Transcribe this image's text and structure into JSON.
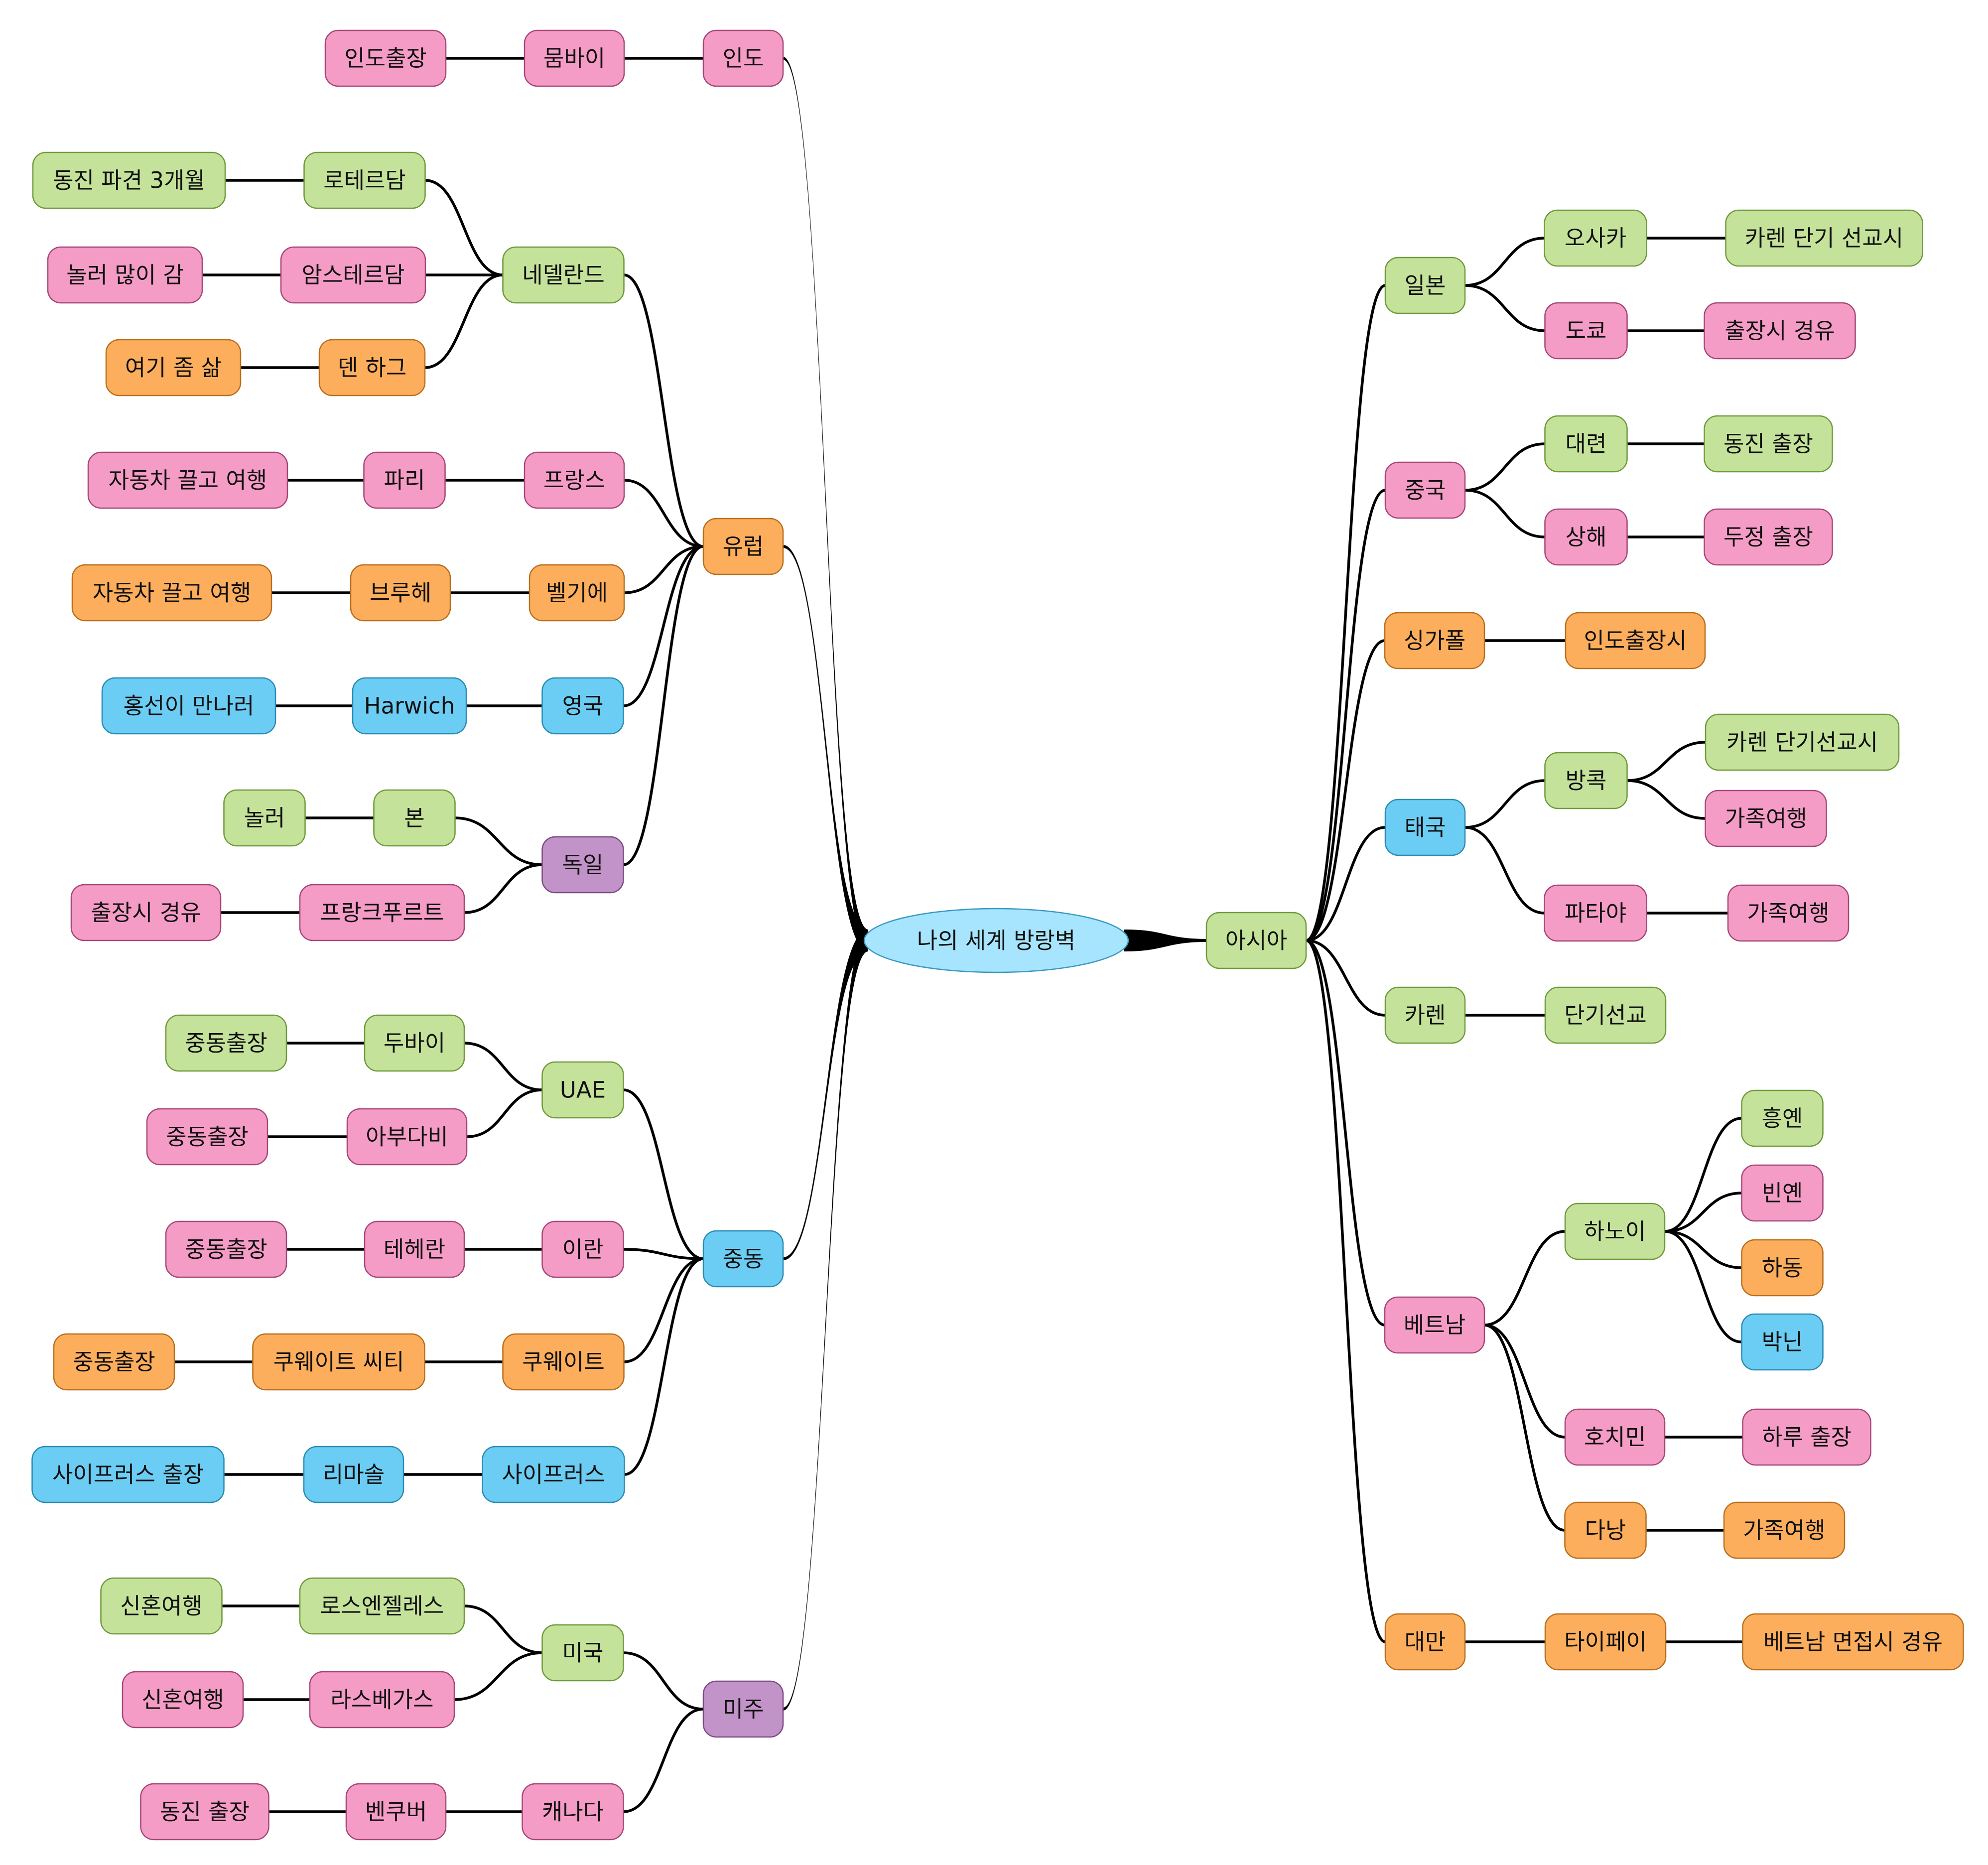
{
  "palette": {
    "green": {
      "fill": "#c5e29b",
      "stroke": "#6e9a3a"
    },
    "pink": {
      "fill": "#f59cc6",
      "stroke": "#a54677"
    },
    "orange": {
      "fill": "#fcae5c",
      "stroke": "#b86e1e"
    },
    "blue": {
      "fill": "#6ccdf4",
      "stroke": "#2a8bb2"
    },
    "purple": {
      "fill": "#c293c8",
      "stroke": "#7c4a84"
    },
    "root": {
      "fill": "#a6e5fd",
      "stroke": "#3a9ac2"
    },
    "edge": "#000000"
  },
  "root": {
    "id": "root",
    "label": "나의 세계 방랑벽",
    "color": "root"
  },
  "nodes": [
    {
      "id": "asia",
      "label": "아시아",
      "color": "green",
      "parent": "root"
    },
    {
      "id": "japan",
      "label": "일본",
      "color": "green",
      "parent": "asia"
    },
    {
      "id": "osaka",
      "label": "오사카",
      "color": "green",
      "parent": "japan"
    },
    {
      "id": "osaka-note",
      "label": "카렌 단기 선교시",
      "color": "green",
      "parent": "osaka"
    },
    {
      "id": "tokyo",
      "label": "도쿄",
      "color": "pink",
      "parent": "japan"
    },
    {
      "id": "tokyo-note",
      "label": "출장시 경유",
      "color": "pink",
      "parent": "tokyo"
    },
    {
      "id": "china",
      "label": "중국",
      "color": "pink",
      "parent": "asia"
    },
    {
      "id": "dalian",
      "label": "대련",
      "color": "green",
      "parent": "china"
    },
    {
      "id": "dalian-note",
      "label": "동진 출장",
      "color": "green",
      "parent": "dalian"
    },
    {
      "id": "shanghai",
      "label": "상해",
      "color": "pink",
      "parent": "china"
    },
    {
      "id": "shanghai-note",
      "label": "두정 출장",
      "color": "pink",
      "parent": "shanghai"
    },
    {
      "id": "singapore",
      "label": "싱가폴",
      "color": "orange",
      "parent": "asia"
    },
    {
      "id": "singapore-note",
      "label": "인도출장시",
      "color": "orange",
      "parent": "singapore"
    },
    {
      "id": "thailand",
      "label": "태국",
      "color": "blue",
      "parent": "asia"
    },
    {
      "id": "bangkok",
      "label": "방콕",
      "color": "green",
      "parent": "thailand"
    },
    {
      "id": "bangkok-note1",
      "label": "카렌 단기선교시",
      "color": "green",
      "parent": "bangkok"
    },
    {
      "id": "bangkok-note2",
      "label": "가족여행",
      "color": "pink",
      "parent": "bangkok"
    },
    {
      "id": "pattaya",
      "label": "파타야",
      "color": "pink",
      "parent": "thailand"
    },
    {
      "id": "pattaya-note",
      "label": "가족여행",
      "color": "pink",
      "parent": "pattaya"
    },
    {
      "id": "karen",
      "label": "카렌",
      "color": "green",
      "parent": "asia"
    },
    {
      "id": "karen-note",
      "label": "단기선교",
      "color": "green",
      "parent": "karen"
    },
    {
      "id": "vietnam",
      "label": "베트남",
      "color": "pink",
      "parent": "asia"
    },
    {
      "id": "hanoi",
      "label": "하노이",
      "color": "green",
      "parent": "vietnam"
    },
    {
      "id": "hanoi-1",
      "label": "흥옌",
      "color": "green",
      "parent": "hanoi"
    },
    {
      "id": "hanoi-2",
      "label": "빈옌",
      "color": "pink",
      "parent": "hanoi"
    },
    {
      "id": "hanoi-3",
      "label": "하동",
      "color": "orange",
      "parent": "hanoi"
    },
    {
      "id": "hanoi-4",
      "label": "박닌",
      "color": "blue",
      "parent": "hanoi"
    },
    {
      "id": "hcm",
      "label": "호치민",
      "color": "pink",
      "parent": "vietnam"
    },
    {
      "id": "hcm-note",
      "label": "하루 출장",
      "color": "pink",
      "parent": "hcm"
    },
    {
      "id": "danang",
      "label": "다낭",
      "color": "orange",
      "parent": "vietnam"
    },
    {
      "id": "danang-note",
      "label": "가족여행",
      "color": "orange",
      "parent": "danang"
    },
    {
      "id": "taiwan",
      "label": "대만",
      "color": "orange",
      "parent": "asia"
    },
    {
      "id": "taipei",
      "label": "타이페이",
      "color": "orange",
      "parent": "taiwan"
    },
    {
      "id": "taipei-note",
      "label": "베트남 면접시 경유",
      "color": "orange",
      "parent": "taipei"
    },
    {
      "id": "india",
      "label": "인도",
      "color": "pink",
      "parent": "root"
    },
    {
      "id": "mumbai",
      "label": "뭄바이",
      "color": "pink",
      "parent": "india"
    },
    {
      "id": "mumbai-note",
      "label": "인도출장",
      "color": "pink",
      "parent": "mumbai"
    },
    {
      "id": "europe",
      "label": "유럽",
      "color": "orange",
      "parent": "root"
    },
    {
      "id": "netherlands",
      "label": "네델란드",
      "color": "green",
      "parent": "europe"
    },
    {
      "id": "rotterdam",
      "label": "로테르담",
      "color": "green",
      "parent": "netherlands"
    },
    {
      "id": "rotterdam-note",
      "label": "동진 파견 3개월",
      "color": "green",
      "parent": "rotterdam"
    },
    {
      "id": "amsterdam",
      "label": "암스테르담",
      "color": "pink",
      "parent": "netherlands"
    },
    {
      "id": "amsterdam-note",
      "label": "놀러 많이 감",
      "color": "pink",
      "parent": "amsterdam"
    },
    {
      "id": "hague",
      "label": "덴 하그",
      "color": "orange",
      "parent": "netherlands"
    },
    {
      "id": "hague-note",
      "label": "여기 좀 삶",
      "color": "orange",
      "parent": "hague"
    },
    {
      "id": "france",
      "label": "프랑스",
      "color": "pink",
      "parent": "europe"
    },
    {
      "id": "paris",
      "label": "파리",
      "color": "pink",
      "parent": "france"
    },
    {
      "id": "paris-note",
      "label": "자동차 끌고 여행",
      "color": "pink",
      "parent": "paris"
    },
    {
      "id": "belgium",
      "label": "벨기에",
      "color": "orange",
      "parent": "europe"
    },
    {
      "id": "bruges",
      "label": "브루헤",
      "color": "orange",
      "parent": "belgium"
    },
    {
      "id": "bruges-note",
      "label": "자동차 끌고 여행",
      "color": "orange",
      "parent": "bruges"
    },
    {
      "id": "uk",
      "label": "영국",
      "color": "blue",
      "parent": "europe"
    },
    {
      "id": "harwich",
      "label": "Harwich",
      "color": "blue",
      "parent": "uk"
    },
    {
      "id": "harwich-note",
      "label": "홍선이 만나러",
      "color": "blue",
      "parent": "harwich"
    },
    {
      "id": "germany",
      "label": "독일",
      "color": "purple",
      "parent": "europe"
    },
    {
      "id": "bonn",
      "label": "본",
      "color": "green",
      "parent": "germany"
    },
    {
      "id": "bonn-note",
      "label": "놀러",
      "color": "green",
      "parent": "bonn"
    },
    {
      "id": "frankfurt",
      "label": "프랑크푸르트",
      "color": "pink",
      "parent": "germany"
    },
    {
      "id": "frankfurt-note",
      "label": "출장시 경유",
      "color": "pink",
      "parent": "frankfurt"
    },
    {
      "id": "mideast",
      "label": "중동",
      "color": "blue",
      "parent": "root"
    },
    {
      "id": "uae",
      "label": "UAE",
      "color": "green",
      "parent": "mideast"
    },
    {
      "id": "dubai",
      "label": "두바이",
      "color": "green",
      "parent": "uae"
    },
    {
      "id": "dubai-note",
      "label": "중동출장",
      "color": "green",
      "parent": "dubai"
    },
    {
      "id": "abudhabi",
      "label": "아부다비",
      "color": "pink",
      "parent": "uae"
    },
    {
      "id": "abudhabi-note",
      "label": "중동출장",
      "color": "pink",
      "parent": "abudhabi"
    },
    {
      "id": "iran",
      "label": "이란",
      "color": "pink",
      "parent": "mideast"
    },
    {
      "id": "tehran",
      "label": "테헤란",
      "color": "pink",
      "parent": "iran"
    },
    {
      "id": "tehran-note",
      "label": "중동출장",
      "color": "pink",
      "parent": "tehran"
    },
    {
      "id": "kuwait",
      "label": "쿠웨이트",
      "color": "orange",
      "parent": "mideast"
    },
    {
      "id": "kuwaitcity",
      "label": "쿠웨이트 씨티",
      "color": "orange",
      "parent": "kuwait"
    },
    {
      "id": "kuwaitcity-note",
      "label": "중동출장",
      "color": "orange",
      "parent": "kuwaitcity"
    },
    {
      "id": "cyprus",
      "label": "사이프러스",
      "color": "blue",
      "parent": "mideast"
    },
    {
      "id": "limassol",
      "label": "리마솔",
      "color": "blue",
      "parent": "cyprus"
    },
    {
      "id": "limassol-note",
      "label": "사이프러스 출장",
      "color": "blue",
      "parent": "limassol"
    },
    {
      "id": "namerica",
      "label": "미주",
      "color": "purple",
      "parent": "root"
    },
    {
      "id": "usa",
      "label": "미국",
      "color": "green",
      "parent": "namerica"
    },
    {
      "id": "la",
      "label": "로스엔젤레스",
      "color": "green",
      "parent": "usa"
    },
    {
      "id": "la-note",
      "label": "신혼여행",
      "color": "green",
      "parent": "la"
    },
    {
      "id": "lasvegas",
      "label": "라스베가스",
      "color": "pink",
      "parent": "usa"
    },
    {
      "id": "lasvegas-note",
      "label": "신혼여행",
      "color": "pink",
      "parent": "lasvegas"
    },
    {
      "id": "canada",
      "label": "캐나다",
      "color": "pink",
      "parent": "namerica"
    },
    {
      "id": "vancouver",
      "label": "벤쿠버",
      "color": "pink",
      "parent": "canada"
    },
    {
      "id": "vancouver-note",
      "label": "동진 출장",
      "color": "pink",
      "parent": "vancouver"
    }
  ]
}
